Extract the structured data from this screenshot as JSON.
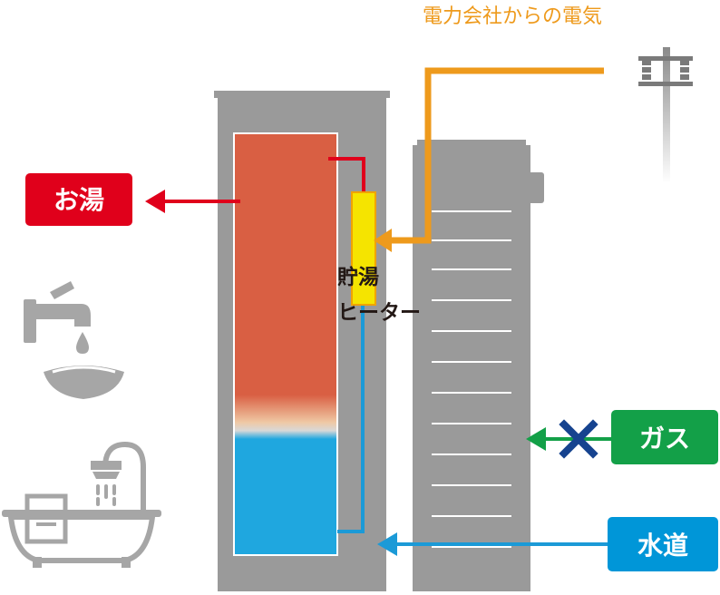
{
  "labels": {
    "electricity_source": "電力会社からの電気",
    "hot_water": "お湯",
    "heater_line1": "貯湯",
    "heater_line2": "ヒーター",
    "gas": "ガス",
    "water_supply": "水道"
  },
  "colors": {
    "tank_body": "#9a9a9a",
    "hot_water": "#d95f43",
    "cold_water": "#1fa7df",
    "heater": "#f5e400",
    "power_line": "#ee9a1c",
    "hot_pipe": "#e0001b",
    "cold_pipe": "#1b9ad7",
    "gas_green": "#13a048",
    "cross_mark": "#16438f",
    "icon_gray": "#a6a6a6",
    "label_text": "#ffffff"
  }
}
